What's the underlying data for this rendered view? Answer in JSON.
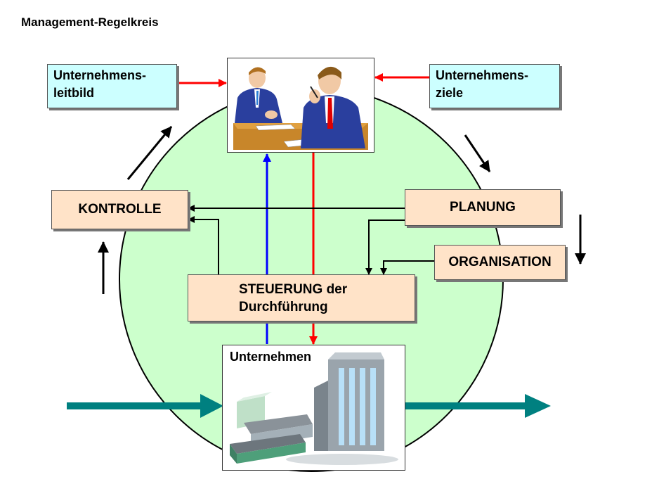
{
  "title": "Management-Regelkreis",
  "nodes": {
    "leitbild": {
      "line1": "Unternehmens-",
      "line2": "leitbild"
    },
    "ziele": {
      "line1": "Unternehmens-",
      "line2": "ziele"
    },
    "kontrolle": "KONTROLLE",
    "planung": "PLANUNG",
    "organisation": "ORGANISATION",
    "steuerung": {
      "line1": "STEUERUNG der",
      "line2": "Durchführung"
    },
    "unternehmen": "Unternehmen"
  },
  "colors": {
    "circle_fill": "#ccffcc",
    "cyan_box": "#ccffff",
    "peach_box": "#ffe3c8",
    "flow_arrow": "#008080",
    "red_arrow": "#ff0000",
    "blue_arrow": "#0000ff"
  },
  "icons": [
    "meeting-clipart-icon",
    "company-buildings-icon"
  ]
}
